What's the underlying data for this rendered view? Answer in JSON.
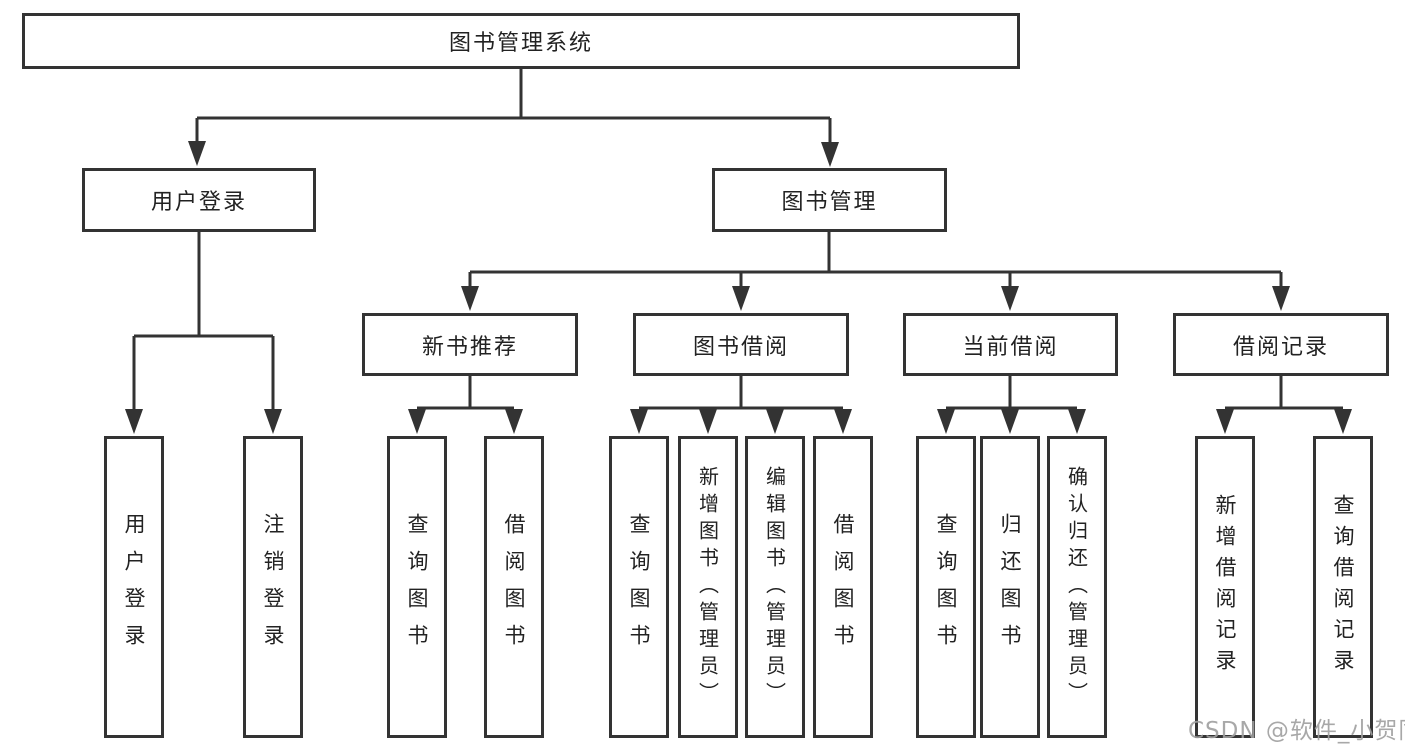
{
  "diagram": {
    "root": {
      "label": "图书管理系统"
    },
    "branches": [
      {
        "label": "用户登录",
        "children": [
          {
            "label": "用户登录"
          },
          {
            "label": "注销登录"
          }
        ]
      },
      {
        "label": "图书管理",
        "children": [
          {
            "label": "新书推荐",
            "children": [
              {
                "label": "查询图书"
              },
              {
                "label": "借阅图书"
              }
            ]
          },
          {
            "label": "图书借阅",
            "children": [
              {
                "label": "查询图书"
              },
              {
                "label": "新增图书（管理员）"
              },
              {
                "label": "编辑图书（管理员）"
              },
              {
                "label": "借阅图书"
              }
            ]
          },
          {
            "label": "当前借阅",
            "children": [
              {
                "label": "查询图书"
              },
              {
                "label": "归还图书"
              },
              {
                "label": "确认归还（管理员）"
              }
            ]
          },
          {
            "label": "借阅记录",
            "children": [
              {
                "label": "新增借阅记录"
              },
              {
                "label": "查询借阅记录"
              }
            ]
          }
        ]
      }
    ],
    "watermark": "CSDN @软件_小贺同学",
    "colors": {
      "line": "#333333",
      "text": "#222222",
      "watermark": "#9e9e9e",
      "background": "#ffffff"
    }
  }
}
